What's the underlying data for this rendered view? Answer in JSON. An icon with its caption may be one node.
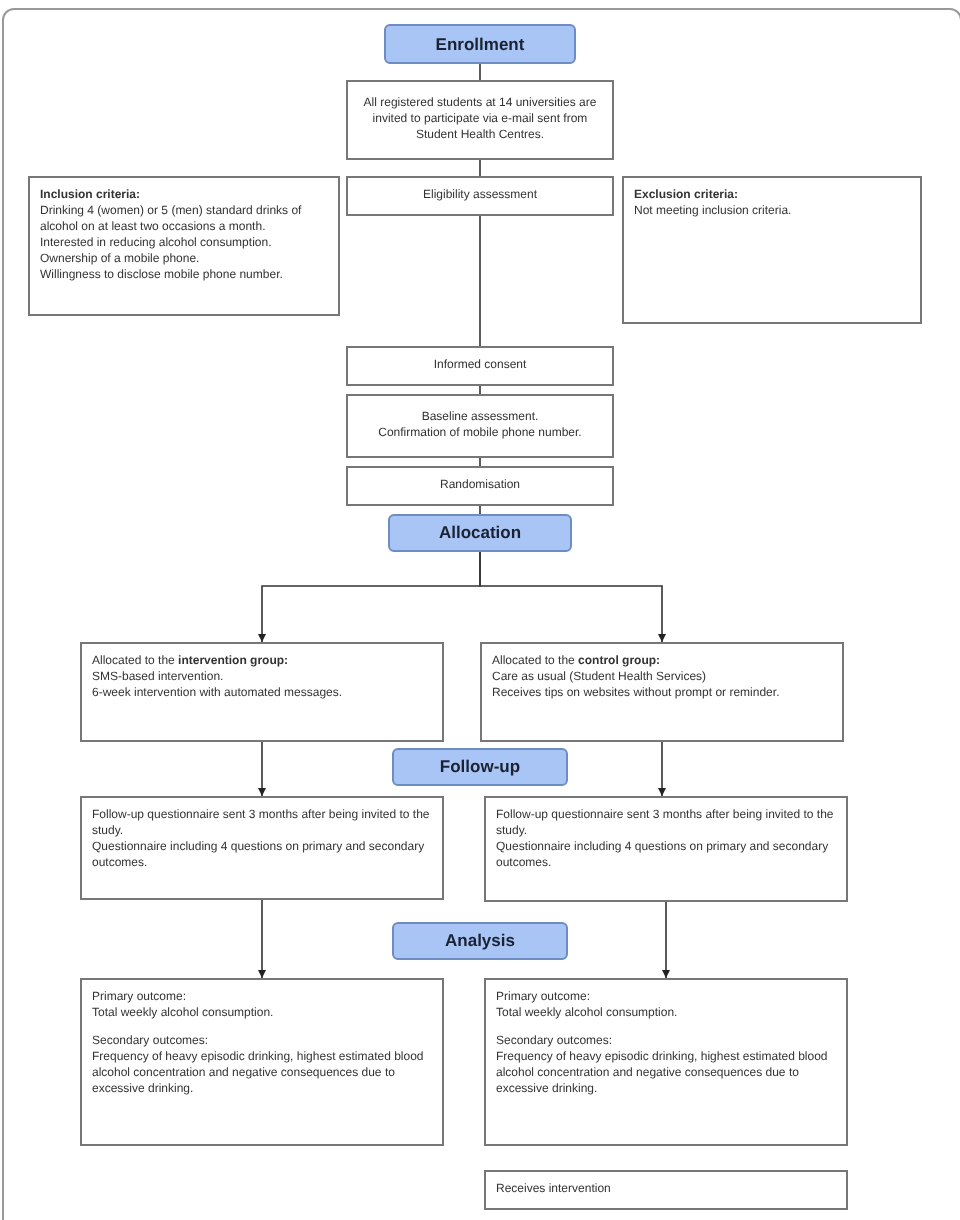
{
  "diagram": {
    "nodes": [
      {
        "text": [
          "Enrollment"
        ]
      },
      {
        "text": [
          "All registered students at 14 universities are invited to participate via e-mail sent from Student Health Centres."
        ]
      },
      {
        "text": [
          "Inclusion criteria:",
          "Drinking 4 (women) or 5 (men) standard drinks of alcohol on at least two occasions a month.",
          "Interested in reducing alcohol consumption.",
          "Ownership of a mobile phone.",
          "Willingness to disclose mobile phone number."
        ]
      },
      {
        "text": [
          "Eligibility assessment"
        ]
      },
      {
        "text": [
          "Exclusion criteria:",
          "Not meeting inclusion criteria."
        ]
      },
      {
        "text": [
          "Informed consent"
        ]
      },
      {
        "text": [
          "Baseline assessment.",
          "Confirmation of mobile phone number."
        ]
      },
      {
        "text": [
          "Randomisation"
        ]
      },
      {
        "text": [
          "Allocation"
        ]
      },
      {
        "text": [
          "Allocated to the **intervention group:**",
          "SMS-based intervention.",
          "6-week intervention with automated messages."
        ]
      },
      {
        "text": [
          "Allocated to the **control group:**",
          "Care as usual (Student Health Services)",
          "Receives tips on websites without prompt or reminder."
        ]
      },
      {
        "text": [
          "Follow-up"
        ]
      },
      {
        "text": [
          "Follow-up questionnaire sent 3 months after being invited to the study.",
          "Questionnaire including 4 questions on primary and secondary outcomes."
        ]
      },
      {
        "text": [
          "Follow-up questionnaire sent 3 months after being invited to the study.",
          "Questionnaire including 4 questions on primary and secondary outcomes."
        ]
      },
      {
        "text": [
          "Analysis"
        ]
      },
      {
        "text": [
          "Primary outcome:",
          "Total weekly alcohol consumption.",
          "Secondary outcomes:",
          "Frequency of heavy episodic drinking, highest estimated blood alcohol concentration and negative consequences due to excessive drinking."
        ]
      },
      {
        "text": [
          "Primary outcome:",
          "Total weekly alcohol consumption.",
          "Secondary outcomes:",
          "Frequency of heavy episodic drinking, highest estimated blood alcohol concentration and negative consequences due to excessive drinking."
        ]
      },
      {
        "text": [
          "Receives intervention"
        ]
      }
    ],
    "edges": [
      {
        "from": 0,
        "to": 1,
        "arrow": "none"
      },
      {
        "from": 1,
        "to": 3,
        "arrow": "none"
      },
      {
        "from": 3,
        "to": 5,
        "arrow": "none"
      },
      {
        "from": 5,
        "to": 6,
        "arrow": "none"
      },
      {
        "from": 6,
        "to": 7,
        "arrow": "none"
      },
      {
        "from": 7,
        "to": 8,
        "arrow": "none"
      },
      {
        "from": 8,
        "to": 9,
        "arrow": "to"
      },
      {
        "from": 8,
        "to": 10,
        "arrow": "to"
      },
      {
        "from": 9,
        "to": 12,
        "arrow": "to"
      },
      {
        "from": 10,
        "to": 13,
        "arrow": "to"
      },
      {
        "from": 12,
        "to": 15,
        "arrow": "to"
      },
      {
        "from": 13,
        "to": 16,
        "arrow": "to"
      }
    ]
  }
}
